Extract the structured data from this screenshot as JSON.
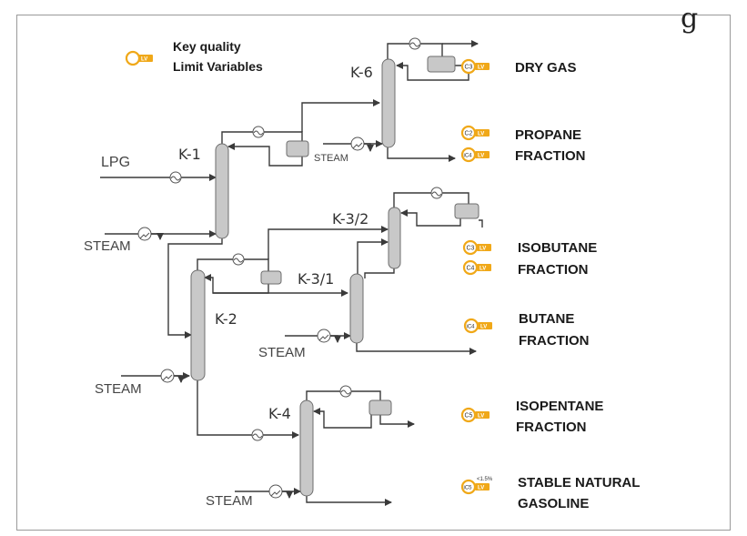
{
  "header_fragment": "g",
  "legend": {
    "line1": "Key quality",
    "line2": "Limit Variables",
    "badge": "LV"
  },
  "columns": {
    "k1": "K-1",
    "k2": "K-2",
    "k31": "K-3/1",
    "k32": "K-3/2",
    "k4": "K-4",
    "k6": "K-6"
  },
  "feed": "LPG",
  "steam": "STEAM",
  "products": [
    {
      "lines": [
        "DRY GAS"
      ],
      "badges": [
        "C3"
      ]
    },
    {
      "lines": [
        "PROPANE",
        "FRACTION"
      ],
      "badges": [
        "C2",
        "iC4"
      ]
    },
    {
      "lines": [
        "ISOBUTANE",
        "FRACTION"
      ],
      "badges": [
        "C3",
        "C4"
      ]
    },
    {
      "lines": [
        "BUTANE",
        "FRACTION"
      ],
      "badges": [
        "iC4"
      ]
    },
    {
      "lines": [
        "ISOPENTANE",
        "FRACTION"
      ],
      "badges": [
        "C5"
      ]
    },
    {
      "lines": [
        "STABLE NATURAL",
        "GASOLINE"
      ],
      "badges": [
        "iC5"
      ],
      "note": "<1.5%"
    }
  ],
  "colors": {
    "badge": "#f0a818",
    "equipment": "#c8c8c8",
    "line": "#3a3a3a"
  }
}
